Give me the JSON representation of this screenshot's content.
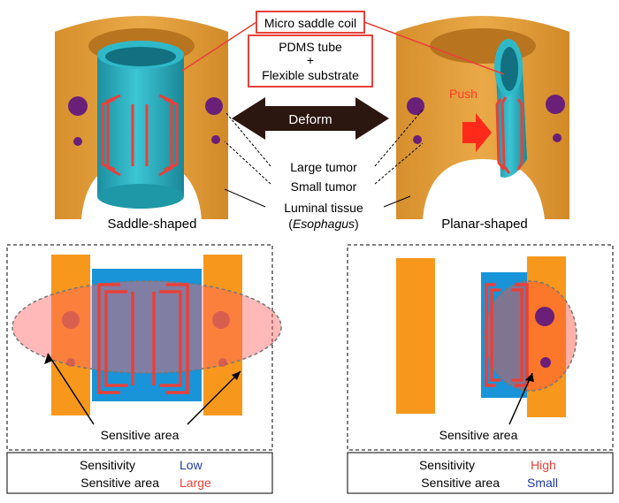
{
  "labels": {
    "coil": "Micro saddle coil",
    "pdms_line1": "PDMS tube",
    "pdms_plus": "+",
    "pdms_line2": "Flexible substrate",
    "deform": "Deform",
    "push": "Push",
    "large_tumor": "Large tumor",
    "small_tumor": "Small tumor",
    "luminal_tissue": "Luminal tissue (",
    "esophagus": "Esophagus",
    "luminal_close": ")",
    "saddle": "Saddle-shaped",
    "planar": "Planar-shaped"
  },
  "left_panel": {
    "sensitive_area": "Sensitive area",
    "sensitivity_label": "Sensitivity",
    "sensitivity_value": "Low",
    "area_label": "Sensitive area",
    "area_value": "Large"
  },
  "right_panel": {
    "sensitive_area": "Sensitive area",
    "sensitivity_label": "Sensitivity",
    "sensitivity_value": "High",
    "area_label": "Sensitive area",
    "area_value": "Small"
  },
  "colors": {
    "tissue": "#e3a23c",
    "tube": "#2ab3c4",
    "coil": "#e8413a",
    "tumor": "#6a1f78",
    "arrow": "#2b1610",
    "high": "#e8413a",
    "low": "#1f3aa0"
  }
}
